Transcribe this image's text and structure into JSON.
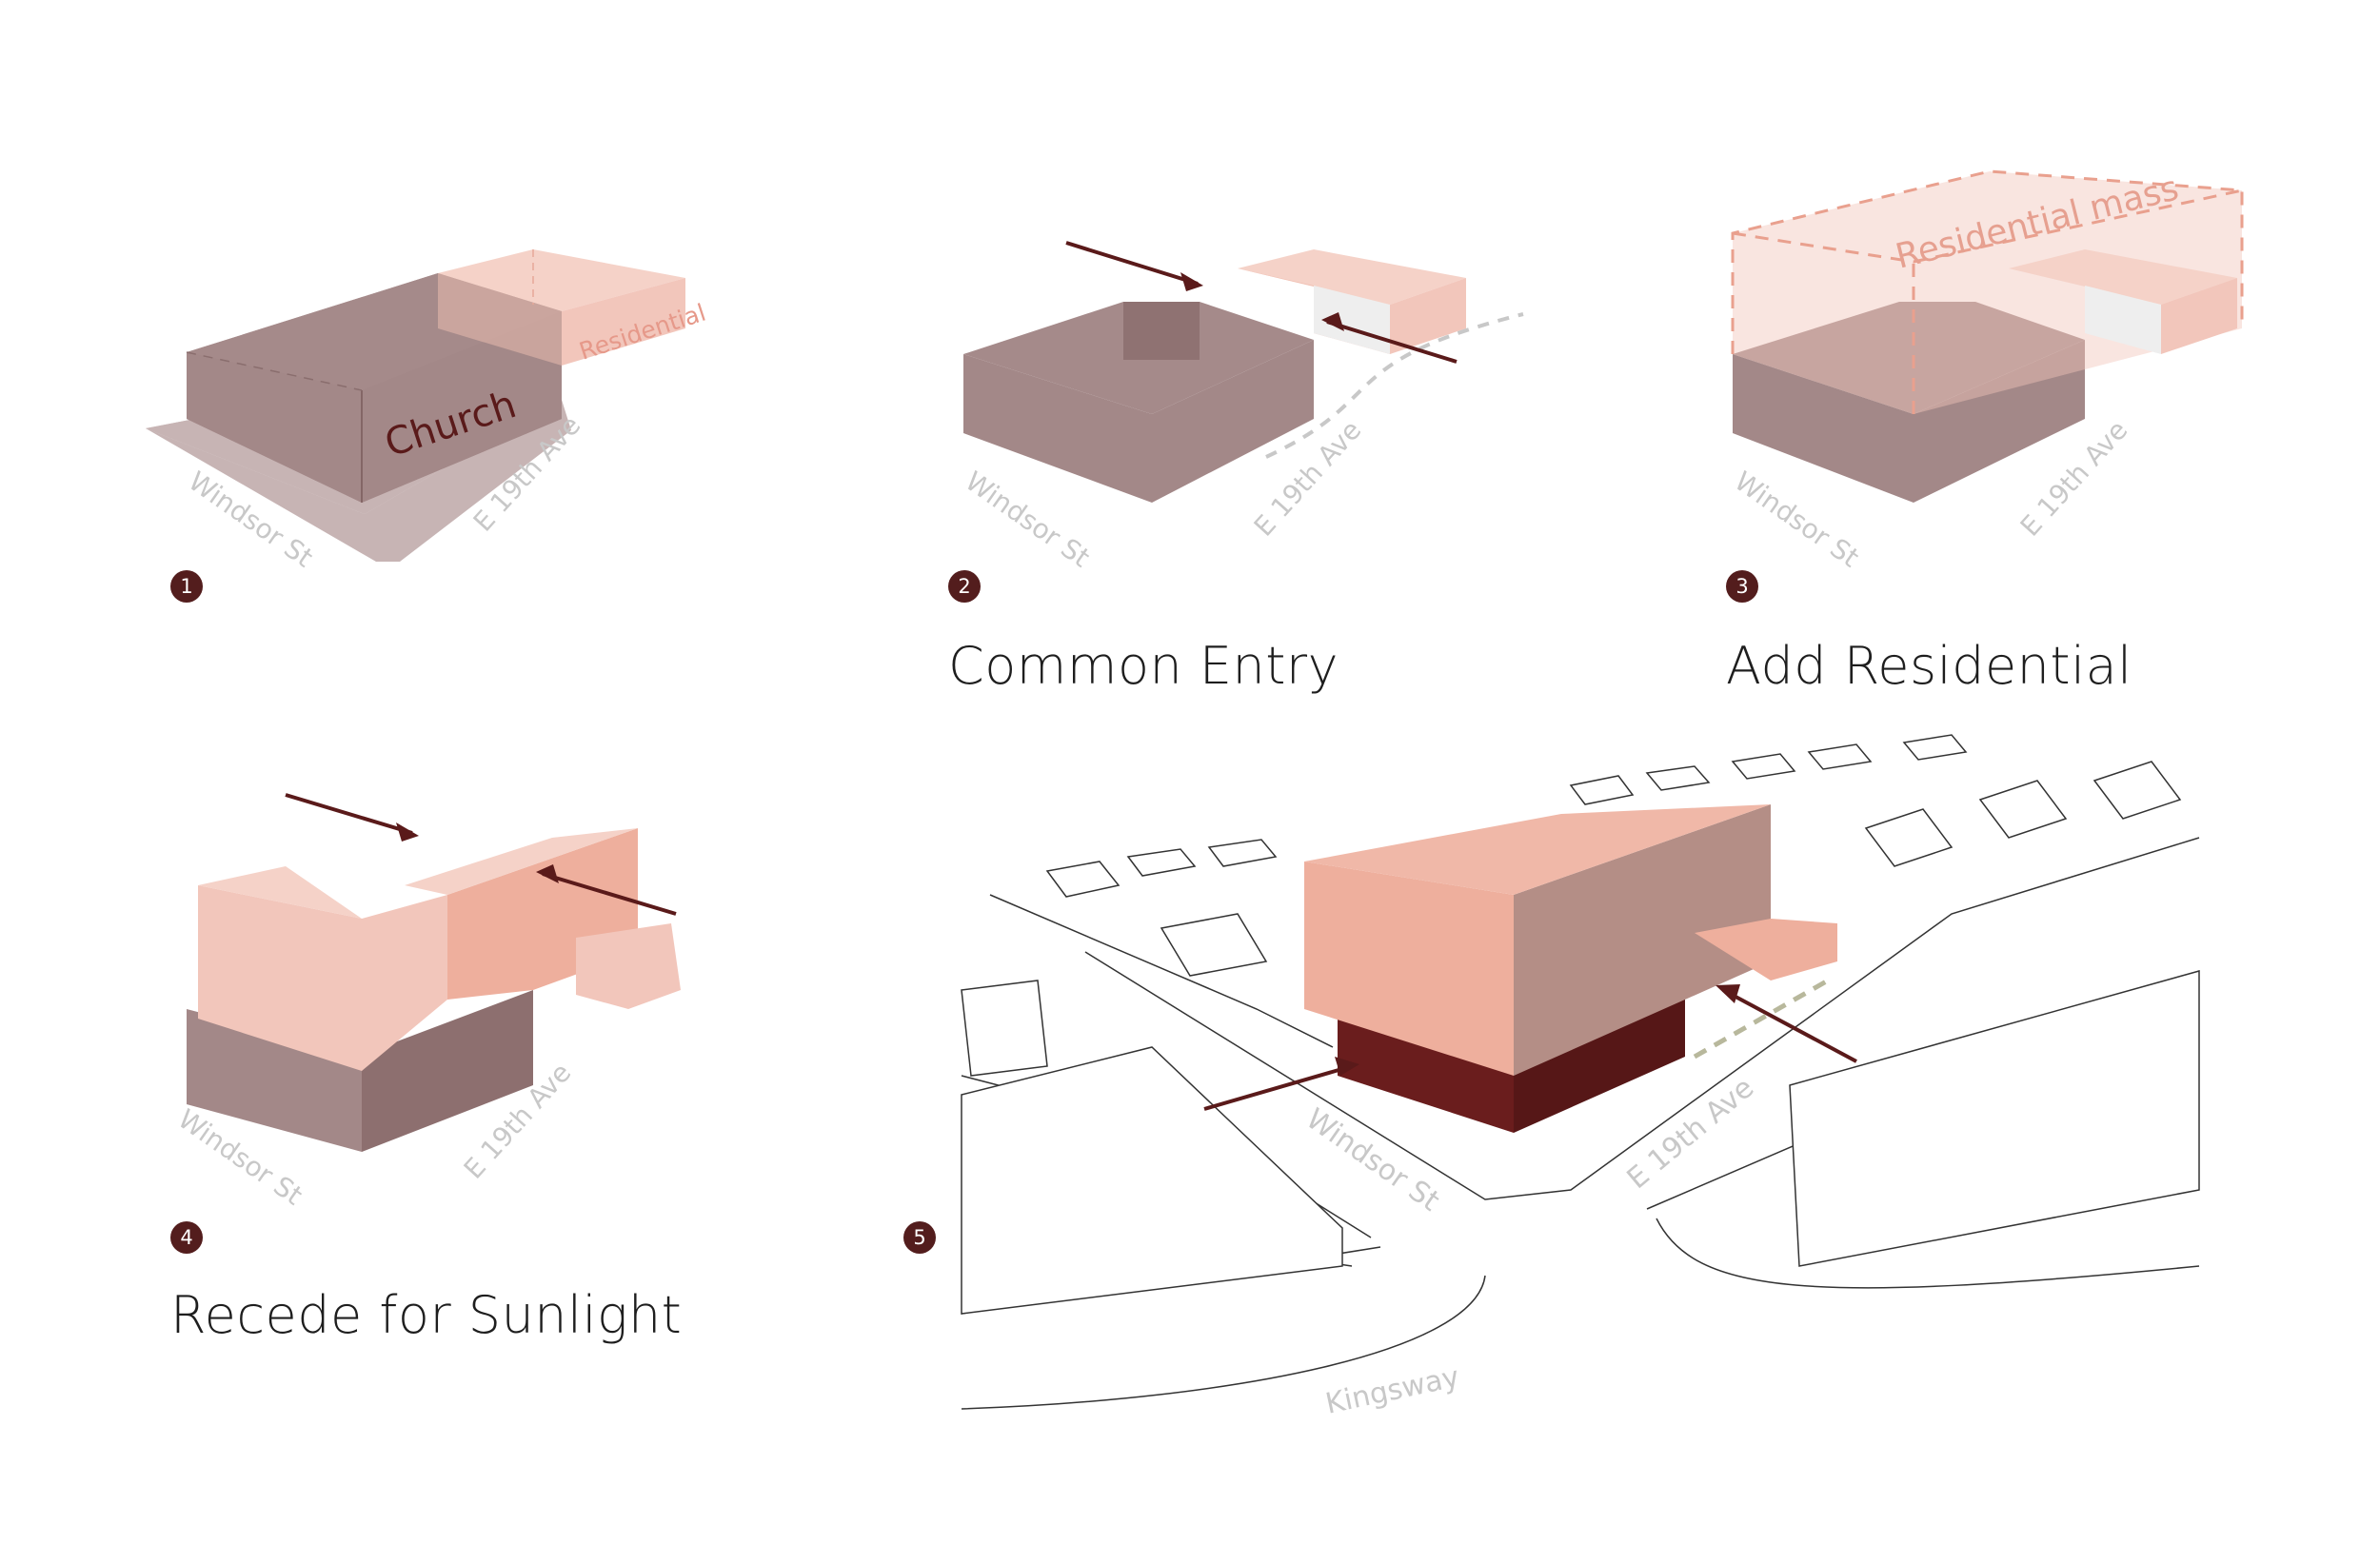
{
  "colors": {
    "church": "#a38888",
    "church_dark": "#8d6f6f",
    "residential": "#f2c6bb",
    "residential_mid": "#eeaf9d",
    "residential_dark": "#e9a08e",
    "ground": "#c7b4b4",
    "arrow": "#5a1a1a",
    "badge": "#531d1d",
    "street_label": "#c8c8c8",
    "linework": "#333333"
  },
  "steps": [
    {
      "number": "1",
      "caption": ""
    },
    {
      "number": "2",
      "caption": "Common Entry"
    },
    {
      "number": "3",
      "caption": "Add Residential"
    },
    {
      "number": "4",
      "caption": "Recede for Sunlight"
    },
    {
      "number": "5",
      "caption": ""
    }
  ],
  "labels": {
    "church": "Church",
    "residential": "Residential",
    "residential_mass": "Residential mass"
  },
  "streets": {
    "windsor": "Windsor St",
    "e19th": "E 19th Ave",
    "kingsway": "Kingsway"
  }
}
